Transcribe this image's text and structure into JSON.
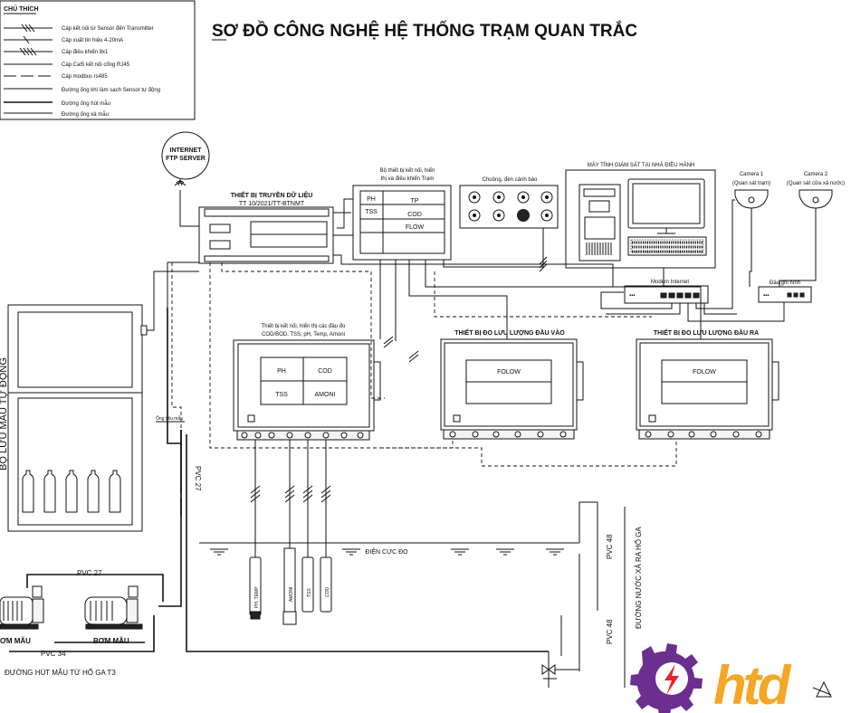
{
  "title": "SƠ ĐỒ CÔNG NGHỆ HỆ THỐNG TRẠM QUAN TRẮC",
  "legend": {
    "heading": "CHÚ THÍCH",
    "items": [
      "Cáp kết nối từ Sensor đến Transmitter",
      "Cáp xuất tín hiệu 4-20mA",
      "Cáp điều khiển 8x1",
      "Cáp Cat5 kết nối cổng RJ45",
      "Cáp modbus rs485",
      "Đường ống khí làm sạch Sensor tự động",
      "Đường ống hút mẫu",
      "Đường ống xả mẫu"
    ]
  },
  "internet": {
    "line1": "INTERNET",
    "line2": "FTP SERVER"
  },
  "datalogger": {
    "line1": "THIẾT BỊ TRUYỀN DỮ LIỆU",
    "line2": "TT 10/2021/TT-BTNMT"
  },
  "controller": {
    "line1": "Bộ thiết bị kết nối, hiển",
    "line2": "thị và điều khiển Trạm",
    "cells": [
      "PH",
      "TP",
      "TSS",
      "COD",
      "FLOW"
    ]
  },
  "alarm": {
    "label": "Chuông, đèn cảnh báo"
  },
  "computer": {
    "label": "MÁY TÍNH GIÁM SÁT TẠI NHÀ ĐIỀU HÀNH"
  },
  "cameras": [
    {
      "name": "Camera 1",
      "note": "(Quan sát trạm)"
    },
    {
      "name": "Camera 2",
      "note": "(Quan sát cửa xả nước)"
    }
  ],
  "modem": {
    "label": "Modem Internet"
  },
  "recorder": {
    "label": "Đầu ghi hình"
  },
  "analyzer": {
    "line1": "Thiết bị kết nối, hiển thị các đầu đo",
    "line2": "COD/BOD, TSS, pH, Temp, Amoni",
    "cells": [
      "PH",
      "COD",
      "TSS",
      "AMONI"
    ]
  },
  "flow_in": {
    "label": "THIẾT BỊ ĐO LƯU LƯỢNG ĐẦU VÀO",
    "screen": "FOLOW"
  },
  "flow_out": {
    "label": "THIẾT BỊ ĐO LƯU LƯỢNG ĐẦU RA",
    "screen": "FOLOW"
  },
  "sampler": {
    "label": "BỘ LƯU MẪU TỰ ĐỘNG"
  },
  "valve_label": "Ống tiêu mẫu",
  "pvc27_v": "PVC 27",
  "pvc27_h": "PVC 27",
  "pvc34": "PVC 34",
  "pvc48_a": "PVC 48",
  "pvc48_b": "PVC 48",
  "electrode_label": "ĐIỆN CỰC ĐO",
  "drain_label": "ĐƯỜNG NƯỚC XẢ RA HỐ GA",
  "intake_label": "ĐƯỜNG HÚT MẪU TỪ HỐ GA T3",
  "pumps": [
    "ƠM MẪU",
    "BƠM MẪU"
  ],
  "sensors": [
    "PH, TEMP",
    "AMONI",
    "TSS",
    "COD"
  ],
  "logo_text": "htd"
}
